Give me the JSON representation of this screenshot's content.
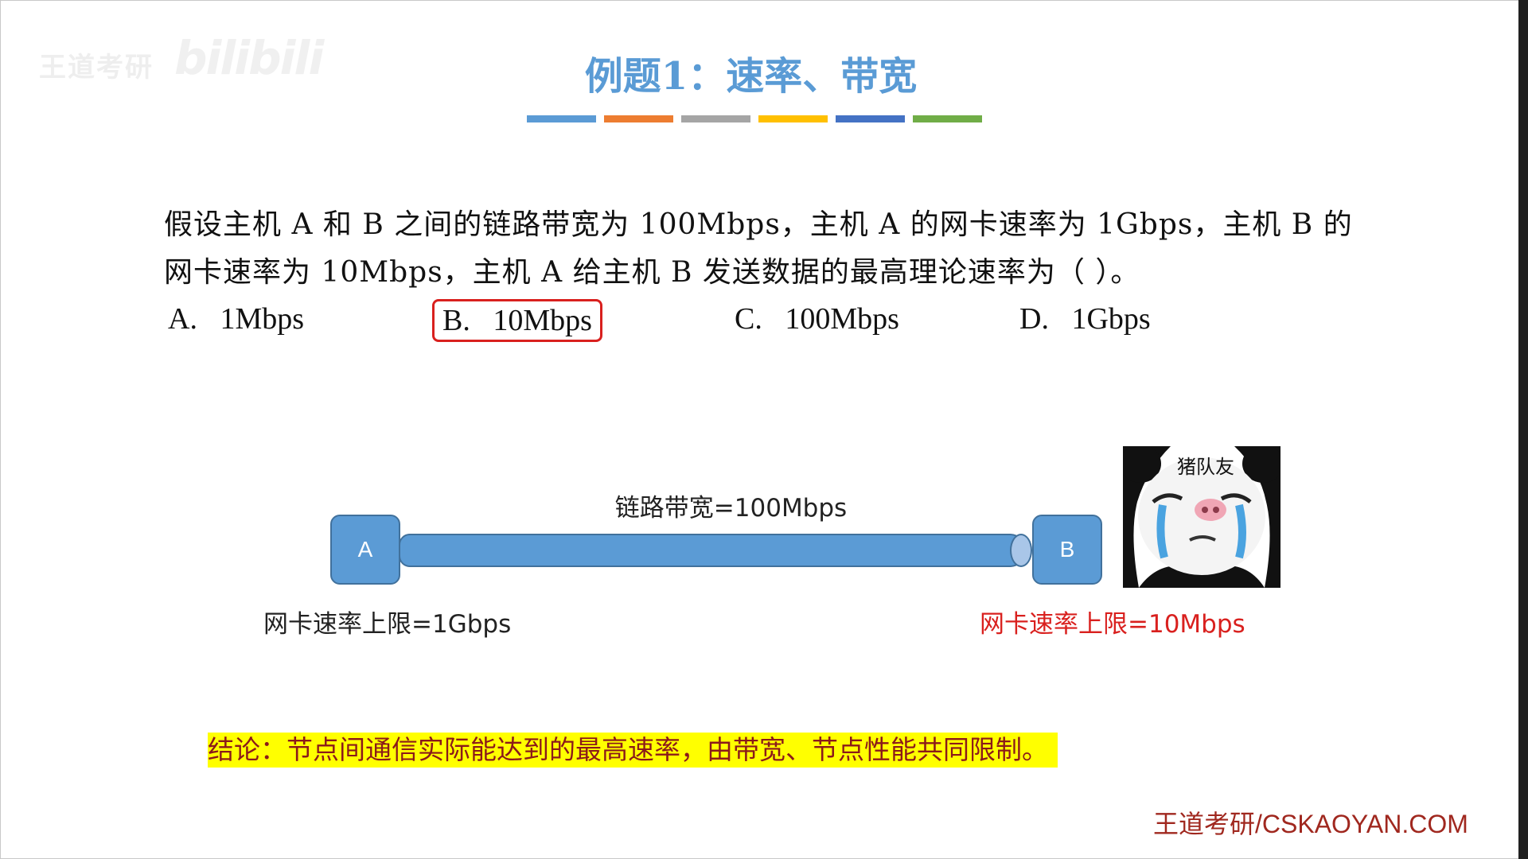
{
  "watermark": {
    "text1": "王道考研",
    "text2": "bilibili"
  },
  "title": "例题1：速率、带宽",
  "title_bar_colors": [
    "#5b9bd5",
    "#ed7d31",
    "#a5a5a5",
    "#ffc000",
    "#4472c4",
    "#70ad47"
  ],
  "question": {
    "line1": "假设主机 A 和 B 之间的链路带宽为 100Mbps，主机 A 的网卡速率为 1Gbps，主机 B 的",
    "line2": "网卡速率为 10Mbps，主机 A 给主机 B 发送数据的最高理论速率为（    ）。"
  },
  "options": [
    {
      "label": "A.   1Mbps"
    },
    {
      "label": "B.   10Mbps",
      "selected": true
    },
    {
      "label": "C.   100Mbps"
    },
    {
      "label": "D.   1Gbps"
    }
  ],
  "diagram": {
    "link_label": "链路带宽=100Mbps",
    "node_a": "A",
    "node_b": "B",
    "nic_a": "网卡速率上限=1Gbps",
    "nic_b": "网卡速率上限=10Mbps",
    "nic_b_color": "#d9201e",
    "meme_text": "猪队友"
  },
  "conclusion": "结论：节点间通信实际能达到的最高速率，由带宽、节点性能共同限制。",
  "footer": "王道考研/CSKAOYAN.COM"
}
